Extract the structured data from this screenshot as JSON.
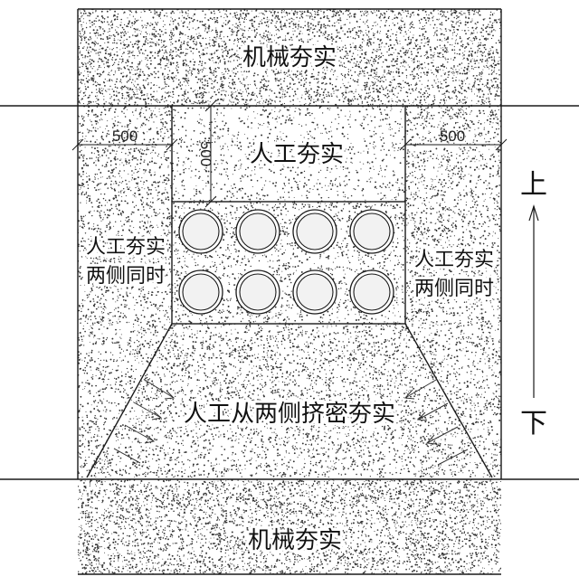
{
  "labels": {
    "top_zone": "机械夯实",
    "bottom_zone": "机械夯实",
    "above_pipes": "人工夯实",
    "left_side_line1": "人工夯实",
    "left_side_line2": "两侧同时",
    "right_side_line1": "人工夯实",
    "right_side_line2": "两侧同时",
    "haunch": "人工从两侧挤密夯实"
  },
  "dimensions": {
    "left_width": "500",
    "right_width": "500",
    "top_cover": "500"
  },
  "direction": {
    "up": "上",
    "down": "下"
  },
  "pipes": {
    "rows": 2,
    "columns": 4
  },
  "colors": {
    "line": "#1a1a1a",
    "stipple": "#333333",
    "pipe_fill": "#f2f2f2"
  }
}
